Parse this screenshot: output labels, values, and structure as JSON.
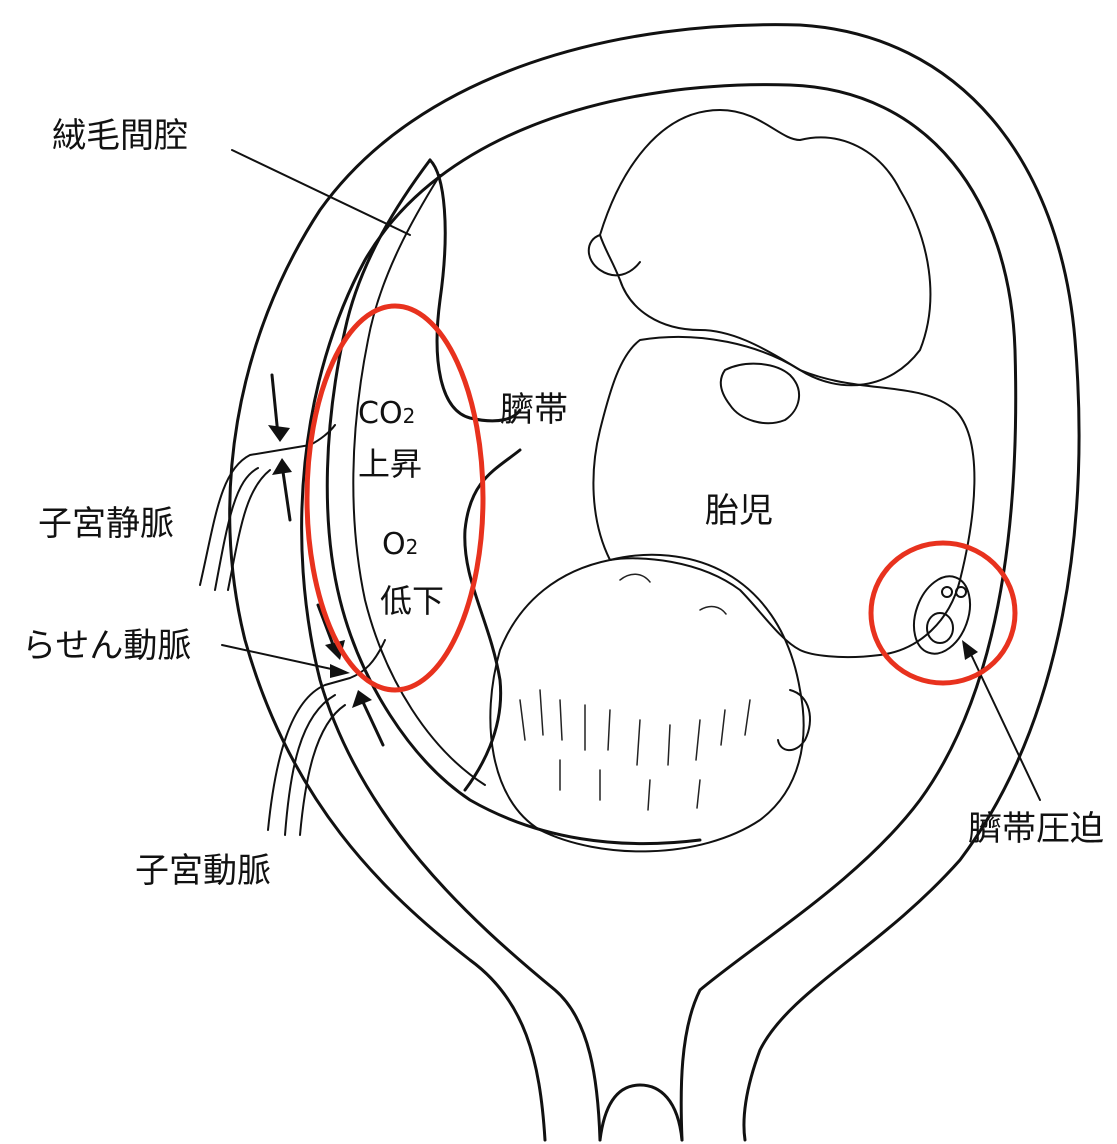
{
  "labels": {
    "intervillous_space": "絨毛間腔",
    "umbilical_cord": "臍帯",
    "co2_main": "CO",
    "co2_sub": "2",
    "co2_rise": "上昇",
    "o2_main": "O",
    "o2_sub": "2",
    "o2_fall": "低下",
    "uterine_vein": "子宮静脈",
    "spiral_artery": "らせん動脈",
    "uterine_artery": "子宮動脈",
    "fetus": "胎児",
    "cord_compression": "臍帯圧迫"
  },
  "colors": {
    "line": "#111111",
    "highlight": "#e8321e",
    "background": "#ffffff"
  }
}
